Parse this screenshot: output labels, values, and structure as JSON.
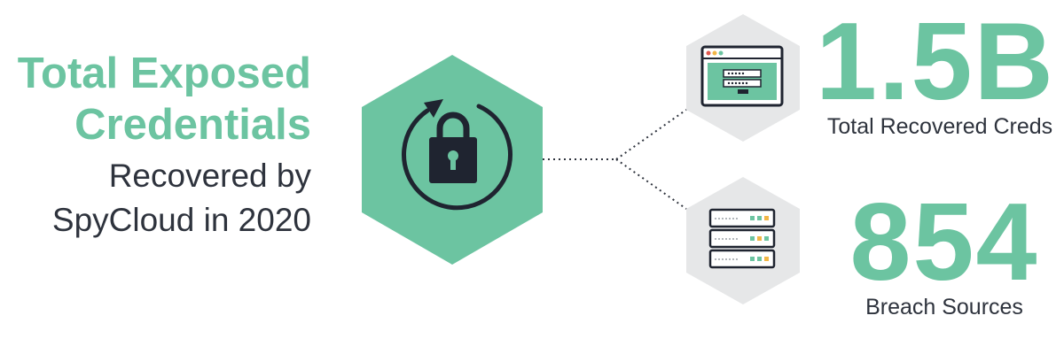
{
  "headline": {
    "line1": "Total Exposed",
    "line2": "Credentials",
    "line3": "Recovered by",
    "line4": "SpyCloud in 2020"
  },
  "stats": [
    {
      "value": "1.5B",
      "label": "Total Recovered Creds",
      "icon": "browser-login-icon"
    },
    {
      "value": "854",
      "label": "Breach Sources",
      "icon": "server-stack-icon"
    }
  ],
  "center_icon": "lock-refresh-icon",
  "colors": {
    "accent": "#6cc4a1",
    "dark": "#1f2430",
    "text": "#2e333d",
    "hex_light": "#e6e7e8"
  }
}
